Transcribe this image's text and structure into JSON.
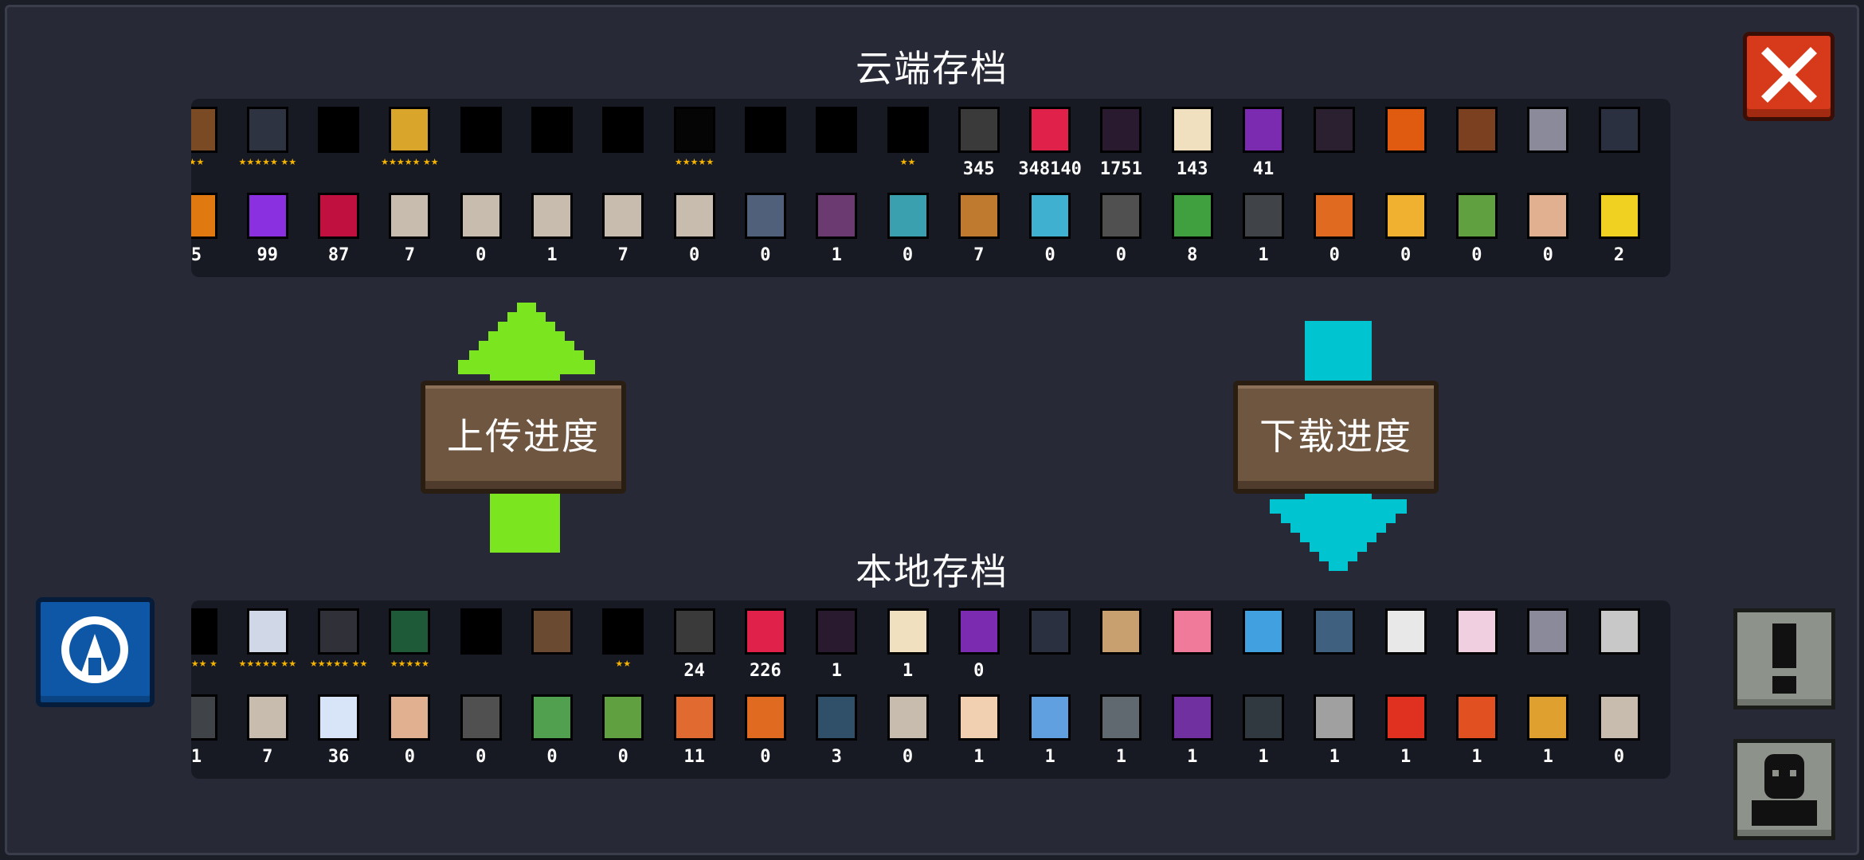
{
  "cloud_save": {
    "title": "云端存档",
    "row1": [
      {
        "icon": "character-sprite",
        "color": "#7a4a24",
        "stars": "★★"
      },
      {
        "icon": "character-sprite",
        "color": "#2d3340",
        "stars": "★★★★★ ★★"
      },
      {
        "icon": "locked-silhouette",
        "color": "#000000",
        "stars": ""
      },
      {
        "icon": "character-sprite",
        "color": "#d9a52a",
        "stars": "★★★★★ ★★"
      },
      {
        "icon": "locked-silhouette",
        "color": "#000000",
        "stars": ""
      },
      {
        "icon": "locked-silhouette",
        "color": "#000000",
        "stars": ""
      },
      {
        "icon": "locked-silhouette",
        "color": "#000000",
        "stars": ""
      },
      {
        "icon": "locked-silhouette",
        "color": "#050505",
        "stars": "★★★★★"
      },
      {
        "icon": "locked-silhouette",
        "color": "#000000",
        "stars": ""
      },
      {
        "icon": "locked-silhouette",
        "color": "#000000",
        "stars": ""
      },
      {
        "icon": "locked-silhouette",
        "color": "#000000",
        "stars": "★★"
      },
      {
        "icon": "gun-icon",
        "color": "#3a3a3a",
        "count": "345"
      },
      {
        "icon": "red-ghost-icon",
        "color": "#e0224a",
        "count": "348140"
      },
      {
        "icon": "demon-boss-icon",
        "color": "#2a1a30",
        "count": "1751"
      },
      {
        "icon": "scroll-note-icon",
        "color": "#f0e0c0",
        "count": "143"
      },
      {
        "icon": "purple-portal-icon",
        "color": "#7a2bb0",
        "count": "41"
      },
      {
        "icon": "bat-pet-icon",
        "color": "#2a2030"
      },
      {
        "icon": "fire-pet-icon",
        "color": "#e05a10"
      },
      {
        "icon": "small-pet-icon",
        "color": "#7a4020"
      },
      {
        "icon": "robot-pet-icon",
        "color": "#8a8a9a"
      },
      {
        "icon": "black-cat-pet-icon",
        "color": "#2a3040"
      }
    ],
    "row2": [
      {
        "icon": "orange-crystal-icon",
        "color": "#e07a10",
        "count": "5"
      },
      {
        "icon": "purple-crystal-icon",
        "color": "#8a30e0",
        "count": "99"
      },
      {
        "icon": "red-crystal-icon",
        "color": "#c01040",
        "count": "87"
      },
      {
        "icon": "scroll-icon",
        "color": "#c8bcae",
        "count": "7"
      },
      {
        "icon": "scroll-icon",
        "color": "#c8bcae",
        "count": "0"
      },
      {
        "icon": "scroll-icon",
        "color": "#c8bcae",
        "count": "1"
      },
      {
        "icon": "scroll-icon",
        "color": "#c8bcae",
        "count": "7"
      },
      {
        "icon": "scroll-icon",
        "color": "#c8bcae",
        "count": "0"
      },
      {
        "icon": "machine-part-icon",
        "color": "#50607a",
        "count": "0"
      },
      {
        "icon": "machine-part-icon",
        "color": "#6a3a70",
        "count": "1"
      },
      {
        "icon": "machine-part-icon",
        "color": "#3aa0b0",
        "count": "0"
      },
      {
        "icon": "machine-part-icon",
        "color": "#c07a30",
        "count": "7"
      },
      {
        "icon": "fish-icon",
        "color": "#40b0d0",
        "count": "0"
      },
      {
        "icon": "machine-part-icon",
        "color": "#505050",
        "count": "0"
      },
      {
        "icon": "machine-part-icon",
        "color": "#40a040",
        "count": "8"
      },
      {
        "icon": "stone-tablet-icon",
        "color": "#404448",
        "count": "1"
      },
      {
        "icon": "carrot-icon",
        "color": "#e06a20",
        "count": "0"
      },
      {
        "icon": "candle-icon",
        "color": "#f0b030",
        "count": "0"
      },
      {
        "icon": "rainbow-plant-icon",
        "color": "#60a040",
        "count": "0"
      },
      {
        "icon": "potion-icon",
        "color": "#e0b090",
        "count": "0"
      },
      {
        "icon": "moon-icon",
        "color": "#f0d020",
        "count": "2"
      }
    ]
  },
  "local_save": {
    "title": "本地存档",
    "row1": [
      {
        "icon": "locked-silhouette",
        "color": "#000000",
        "stars": "★★★★ ★"
      },
      {
        "icon": "character-sprite",
        "color": "#d0d8e8",
        "stars": "★★★★★ ★★"
      },
      {
        "icon": "character-sprite",
        "color": "#303038",
        "stars": "★★★★★ ★★"
      },
      {
        "icon": "character-sprite",
        "color": "#1f5a38",
        "stars": "★★★★★"
      },
      {
        "icon": "locked-silhouette",
        "color": "#000000",
        "stars": ""
      },
      {
        "icon": "portal-icon",
        "color": "#6a4a30",
        "stars": ""
      },
      {
        "icon": "locked-silhouette",
        "color": "#000000",
        "stars": "★★"
      },
      {
        "icon": "gun-icon",
        "color": "#3a3a3a",
        "count": "24"
      },
      {
        "icon": "red-ghost-icon",
        "color": "#e0224a",
        "count": "226"
      },
      {
        "icon": "demon-boss-icon",
        "color": "#2a1a30",
        "count": "1"
      },
      {
        "icon": "scroll-note-icon",
        "color": "#f0e0c0",
        "count": "1"
      },
      {
        "icon": "purple-portal-icon",
        "color": "#7a2bb0",
        "count": "0"
      },
      {
        "icon": "black-cat-pet-icon",
        "color": "#2a3040"
      },
      {
        "icon": "dog-pet-icon",
        "color": "#c8a070"
      },
      {
        "icon": "pig-pet-icon",
        "color": "#f07a9a"
      },
      {
        "icon": "slime-pet-icon",
        "color": "#40a0e0"
      },
      {
        "icon": "robot-pet-icon",
        "color": "#406080"
      },
      {
        "icon": "panda-pet-icon",
        "color": "#e8e8e8"
      },
      {
        "icon": "bunny-pet-icon",
        "color": "#f0d0e0"
      },
      {
        "icon": "robot-pet-icon",
        "color": "#8a8a9a"
      },
      {
        "icon": "tap-button-icon",
        "color": "#c8c8c8"
      }
    ],
    "row2": [
      {
        "icon": "stone-tablet-icon",
        "color": "#404448",
        "count": "1"
      },
      {
        "icon": "scroll-icon",
        "color": "#c8bcae",
        "count": "7"
      },
      {
        "icon": "feather-icon",
        "color": "#d8e4f8",
        "count": "36"
      },
      {
        "icon": "potion-icon",
        "color": "#e0b090",
        "count": "0"
      },
      {
        "icon": "machine-part-icon",
        "color": "#505050",
        "count": "0"
      },
      {
        "icon": "green-seed-icon",
        "color": "#50a050",
        "count": "0"
      },
      {
        "icon": "rainbow-plant-icon",
        "color": "#60a040",
        "count": "0"
      },
      {
        "icon": "card-icon",
        "color": "#e06a30",
        "count": "11"
      },
      {
        "icon": "carrot-icon",
        "color": "#e06a20",
        "count": "0"
      },
      {
        "icon": "fish-disc-icon",
        "color": "#30506a",
        "count": "3"
      },
      {
        "icon": "scroll-icon",
        "color": "#c8bcae",
        "count": "0"
      },
      {
        "icon": "eye-gem-icon",
        "color": "#f0d0b0",
        "count": "1"
      },
      {
        "icon": "eye-gem-icon",
        "color": "#60a0e0",
        "count": "1"
      },
      {
        "icon": "eye-gem-icon",
        "color": "#606870",
        "count": "1"
      },
      {
        "icon": "eye-gem-icon",
        "color": "#7030a0",
        "count": "1"
      },
      {
        "icon": "eye-gem-icon",
        "color": "#303840",
        "count": "1"
      },
      {
        "icon": "eye-gem-icon",
        "color": "#a0a0a0",
        "count": "1"
      },
      {
        "icon": "eye-gem-icon",
        "color": "#e03020",
        "count": "1"
      },
      {
        "icon": "eye-gem-icon",
        "color": "#e05020",
        "count": "1"
      },
      {
        "icon": "eye-gem-icon",
        "color": "#e0a030",
        "count": "1"
      },
      {
        "icon": "scroll-icon",
        "color": "#c8bcae",
        "count": "0"
      }
    ]
  },
  "upload_button": {
    "label": "上传进度",
    "arrow_color": "#7be51f"
  },
  "download_button": {
    "label": "下载进度",
    "arrow_color": "#00c4cf"
  },
  "close_button": {
    "icon": "close-icon",
    "color": "#d63a1a"
  },
  "side_buttons": {
    "logo_icon": "community-logo-icon",
    "notice_icon": "exclamation-icon",
    "profile_icon": "user-silhouette-icon"
  }
}
